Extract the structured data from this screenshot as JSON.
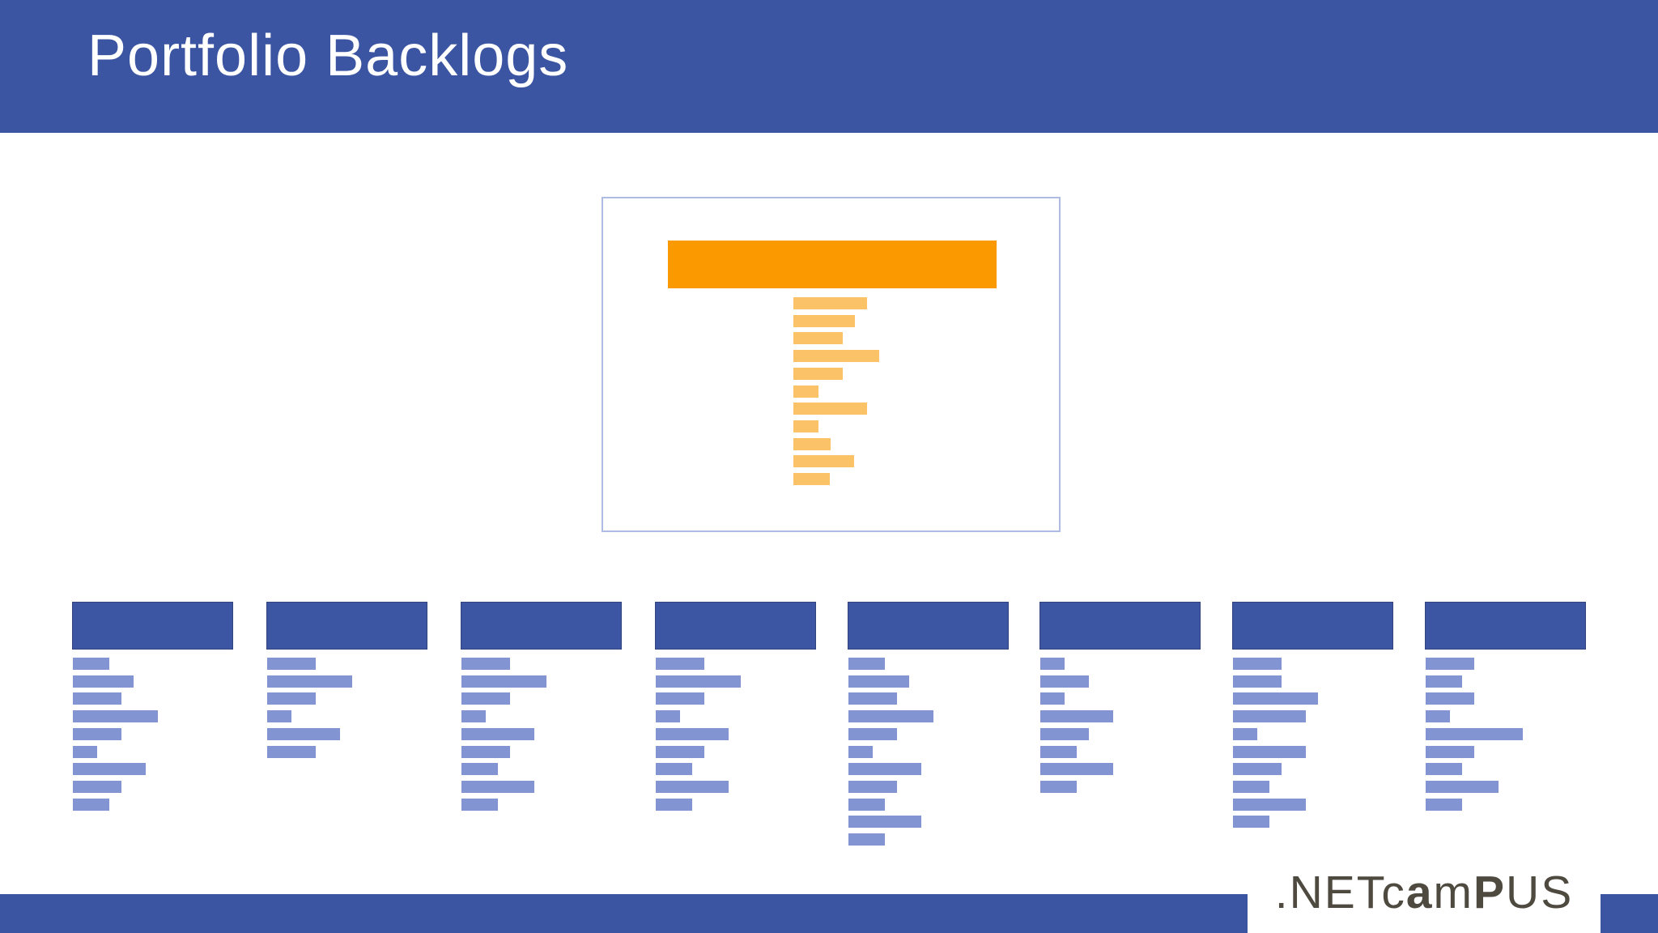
{
  "slide": {
    "title": "Portfolio Backlogs"
  },
  "colors": {
    "banner_bg": "#3b55a3",
    "group_header_fill": "#3c56a4",
    "group_header_border": "#31447e",
    "item_bar_blue": "#8294d2",
    "epic_bar_orange": "#fb9900",
    "item_bar_orange": "#fbc268",
    "portfolio_box_border": "#aebbe2",
    "logo_color": "#4e4a40"
  },
  "portfolio_backlog": {
    "epic_bar_width": 406,
    "item_bar_widths": [
      91,
      76,
      61,
      106,
      61,
      31,
      91,
      31,
      46,
      75,
      45
    ]
  },
  "team_backlogs": [
    {
      "bars": [
        45,
        75,
        60,
        105,
        60,
        30,
        90,
        60,
        45
      ]
    },
    {
      "bars": [
        60,
        105,
        60,
        30,
        90,
        60
      ]
    },
    {
      "bars": [
        60,
        105,
        60,
        30,
        90,
        60,
        45,
        90,
        45
      ]
    },
    {
      "bars": [
        60,
        105,
        60,
        30,
        90,
        60,
        45,
        90,
        45
      ]
    },
    {
      "bars": [
        45,
        75,
        60,
        105,
        60,
        30,
        90,
        60,
        45,
        90,
        45
      ]
    },
    {
      "bars": [
        30,
        60,
        30,
        90,
        60,
        45,
        90,
        45
      ]
    },
    {
      "bars": [
        60,
        60,
        105,
        90,
        30,
        90,
        60,
        45,
        90,
        45
      ]
    },
    {
      "bars": [
        60,
        45,
        60,
        30,
        120,
        60,
        45,
        90,
        45
      ]
    }
  ],
  "logo": {
    "seg_dotnet": ".NET",
    "seg_c": "c",
    "seg_a": "a",
    "seg_m": "m",
    "seg_p": "P",
    "seg_us": "US"
  }
}
